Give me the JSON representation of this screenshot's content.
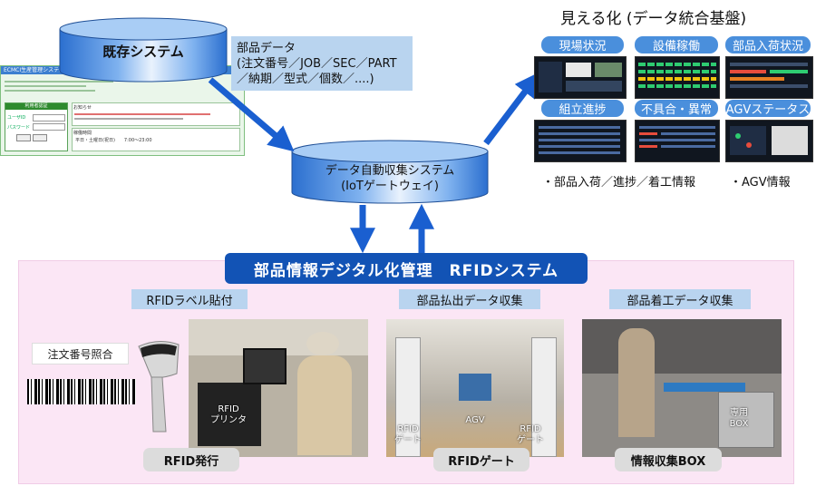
{
  "top": {
    "existing_system": "既存システム",
    "parts_data_title": "部品データ",
    "parts_data_line1": "(注文番号／JOB／SEC／PART",
    "parts_data_line2": "／納期／型式／個数／....)",
    "collector_line1": "データ自動収集システム",
    "collector_line2": "(IoTゲートウェイ)"
  },
  "legacy_window": {
    "title": "ECMCI生産管理システム",
    "login_title": "利用者認証",
    "user_label": "ユーザID",
    "password_label": "パスワード",
    "notice_title": "お知らせ",
    "hours_title": "稼働時間",
    "hours_text": "平日・土曜日(祝日)　　7:00〜23:00"
  },
  "visualization": {
    "title": "見える化 (データ統合基盤)",
    "pills": [
      "現場状況",
      "設備稼働",
      "部品入荷状況",
      "組立進捗",
      "不具合・異常",
      "AGVステータス"
    ],
    "info_left": "・部品入荷／進捗／着工情報",
    "info_right": "・AGV情報"
  },
  "rfid": {
    "banner": "部品情報デジタル化管理　RFIDシステム",
    "sections": [
      {
        "label": "RFIDラベル貼付",
        "bottom": "RFID発行"
      },
      {
        "label": "部品払出データ収集",
        "bottom": "RFIDゲート"
      },
      {
        "label": "部品着工データ収集",
        "bottom": "情報収集BOX"
      }
    ],
    "order_match": "注文番号照合",
    "printer_label_1": "RFID",
    "printer_label_2": "プリンタ",
    "gate_left_1": "RFID",
    "gate_left_2": "ゲート",
    "agv": "AGV",
    "gate_right_1": "RFID",
    "gate_right_2": "ゲート",
    "box_1": "専用",
    "box_2": "BOX"
  },
  "colors": {
    "arrow": "#1a5fd0",
    "banner": "#1253b5",
    "pill": "#4a8fdc",
    "section_label": "#b9d4ef",
    "pink_bg": "#fbe6f5"
  }
}
